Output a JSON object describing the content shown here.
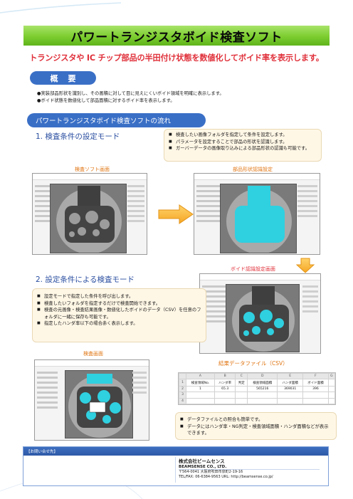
{
  "title": "パワートランジスタボイド検査ソフト",
  "subtitle": "トランジスタや IC チップ部品の半田付け状態を数値化してボイド率を表示します。",
  "overview": {
    "heading": "概要",
    "items": [
      "●実装部品形状を識別し、その画積に対して目に見えにくいボイド領域を明確に表示します。",
      "●ボイド状態を数値化して部品面積に対するボイド率を表示します。"
    ]
  },
  "flow": {
    "heading": "パワートランジスタボイド検査ソフトの流れ",
    "step1": {
      "title": "1. 検査条件の設定モード",
      "bullets": [
        "検査したい画像フォルダを指定して条件を設定します。",
        "パラメータを設定することで部品の形状を認識します。",
        "ガーバーデータの画像取り込みによる部品形状の認識も可能です。"
      ],
      "label_left": "検査ソフト画面",
      "label_right": "部品形状認識設定",
      "label_void": "ボイド認識設定画面"
    },
    "step2": {
      "title": "2. 設定条件による検査モード",
      "bullets": [
        "設定モードで指定した条件を呼び出します。",
        "検査したいフォルダを指定するだけで検査開始できます。",
        "検査の元画像・検査結果画像・数値化したボイドのデータ（CSV）を任意のフォルダに一緒に保存も可能です。",
        "指定したハンダ率以下の場合赤く表示します。"
      ],
      "label_screen": "検査画面",
      "label_csv": "結果データファイル（CSV）"
    },
    "result_bullets": [
      "データファイルとの照合も簡単です。",
      "データにはハンダ率・NG判定・検査領域面積・ハンダ面積などが表示できます。"
    ]
  },
  "csv": {
    "columns": [
      "",
      "A",
      "B",
      "C",
      "D",
      "E",
      "F",
      "G"
    ],
    "header_row": [
      "1",
      "検査領域No.",
      "ハンダ率",
      "判定",
      "検査領域面積",
      "ハンダ面積",
      "ボイド面積",
      ""
    ],
    "data_row": [
      "2",
      "1",
      "65.3",
      "",
      "565216",
      "369031",
      "396",
      ""
    ],
    "empty_rows": [
      [
        "3"
      ],
      [
        "4"
      ]
    ]
  },
  "contact": {
    "label": "【お問い合せ先】",
    "company": "株式会社ビームセンス",
    "company_en": "BEAMSENSE CO., LTD.",
    "address": "〒564-0041 大阪府吹田市泉町2-19-16",
    "tel": "TEL/FAX: 06-6384-9563  URL: http://beamsense.co.jp/"
  },
  "colors": {
    "accent_green": "#7ccd2f",
    "accent_blue": "#3a6fc6",
    "accent_red": "#e0303a",
    "accent_orange": "#f5a623",
    "void_cyan": "#2fd0e0"
  }
}
